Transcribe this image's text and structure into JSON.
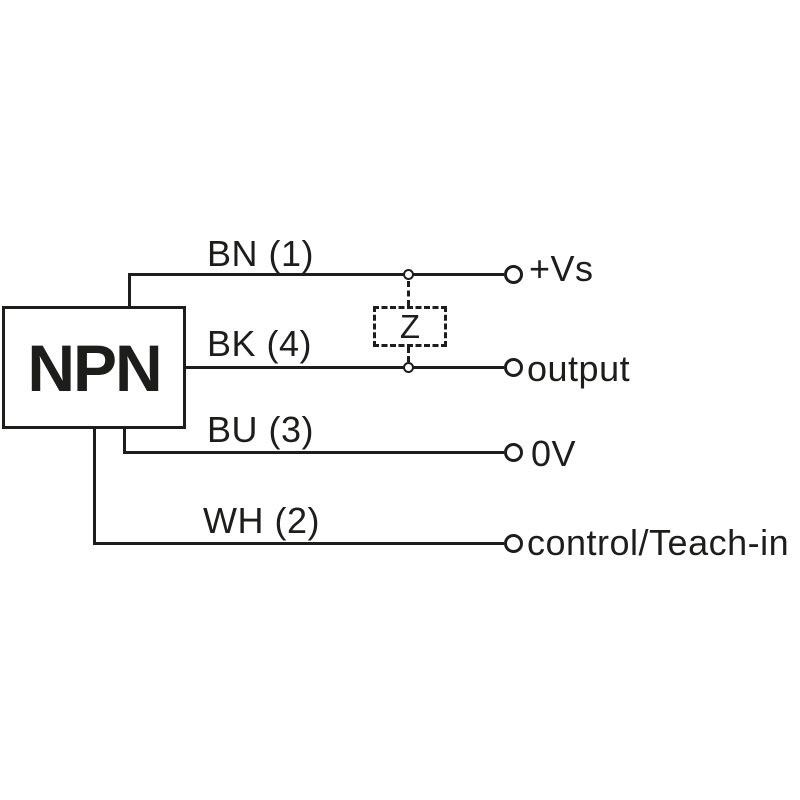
{
  "diagram": {
    "device_label": "NPN",
    "load_label": "Z",
    "wires": [
      {
        "label": "BN (1)",
        "terminal": "+Vs"
      },
      {
        "label": "BK (4)",
        "terminal": "output"
      },
      {
        "label": "BU (3)",
        "terminal": "0V"
      },
      {
        "label": "WH (2)",
        "terminal": "control/Teach-in"
      }
    ],
    "colors": {
      "stroke": "#1d1d1b",
      "background": "#ffffff"
    }
  }
}
